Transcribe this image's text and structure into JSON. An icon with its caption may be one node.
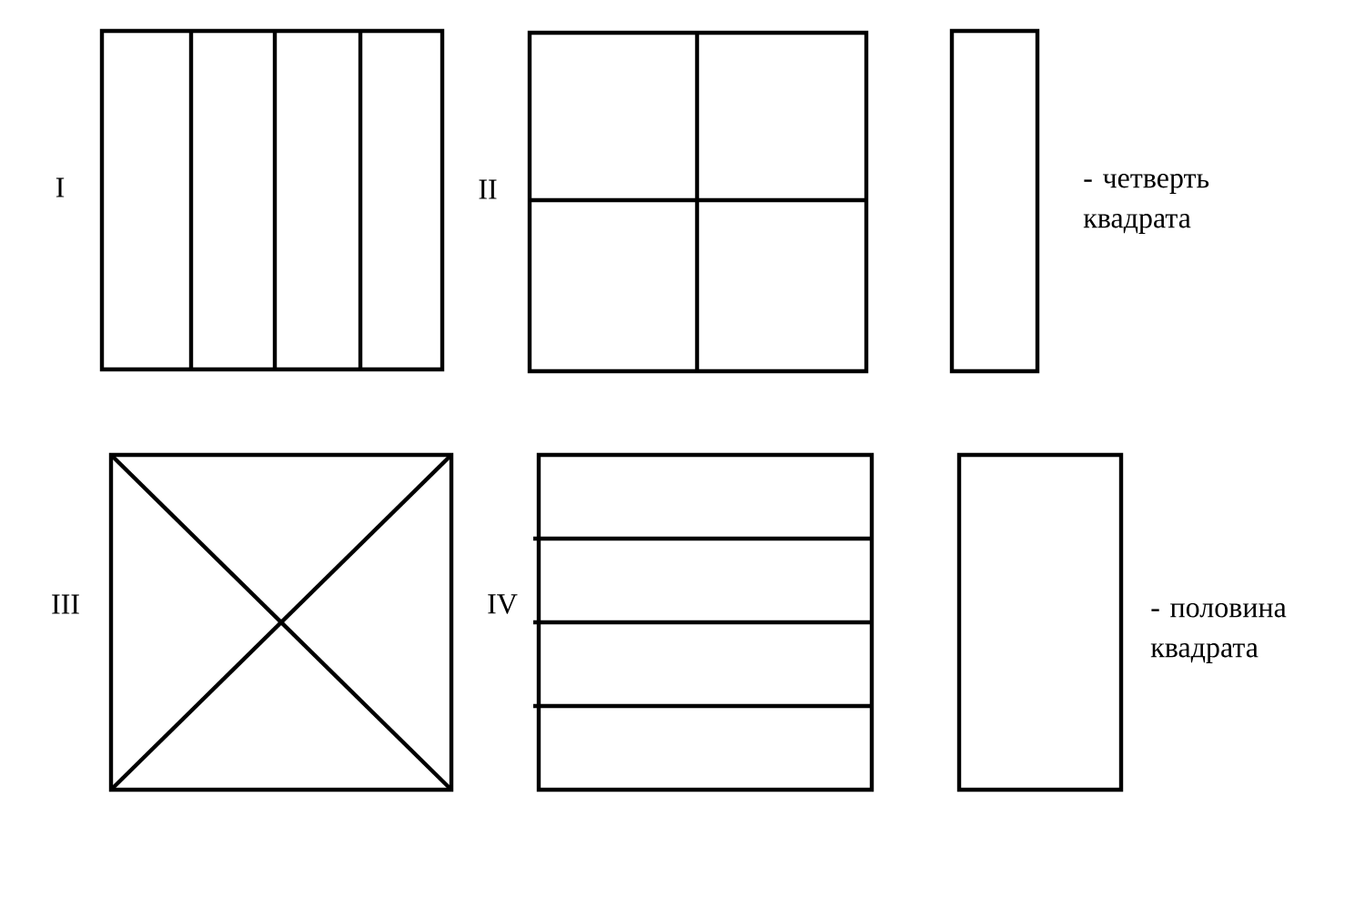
{
  "diagram": {
    "labels": [
      "I",
      "II",
      "- четверть квадрата",
      "III",
      "IV",
      "- половина квадрата"
    ]
  }
}
